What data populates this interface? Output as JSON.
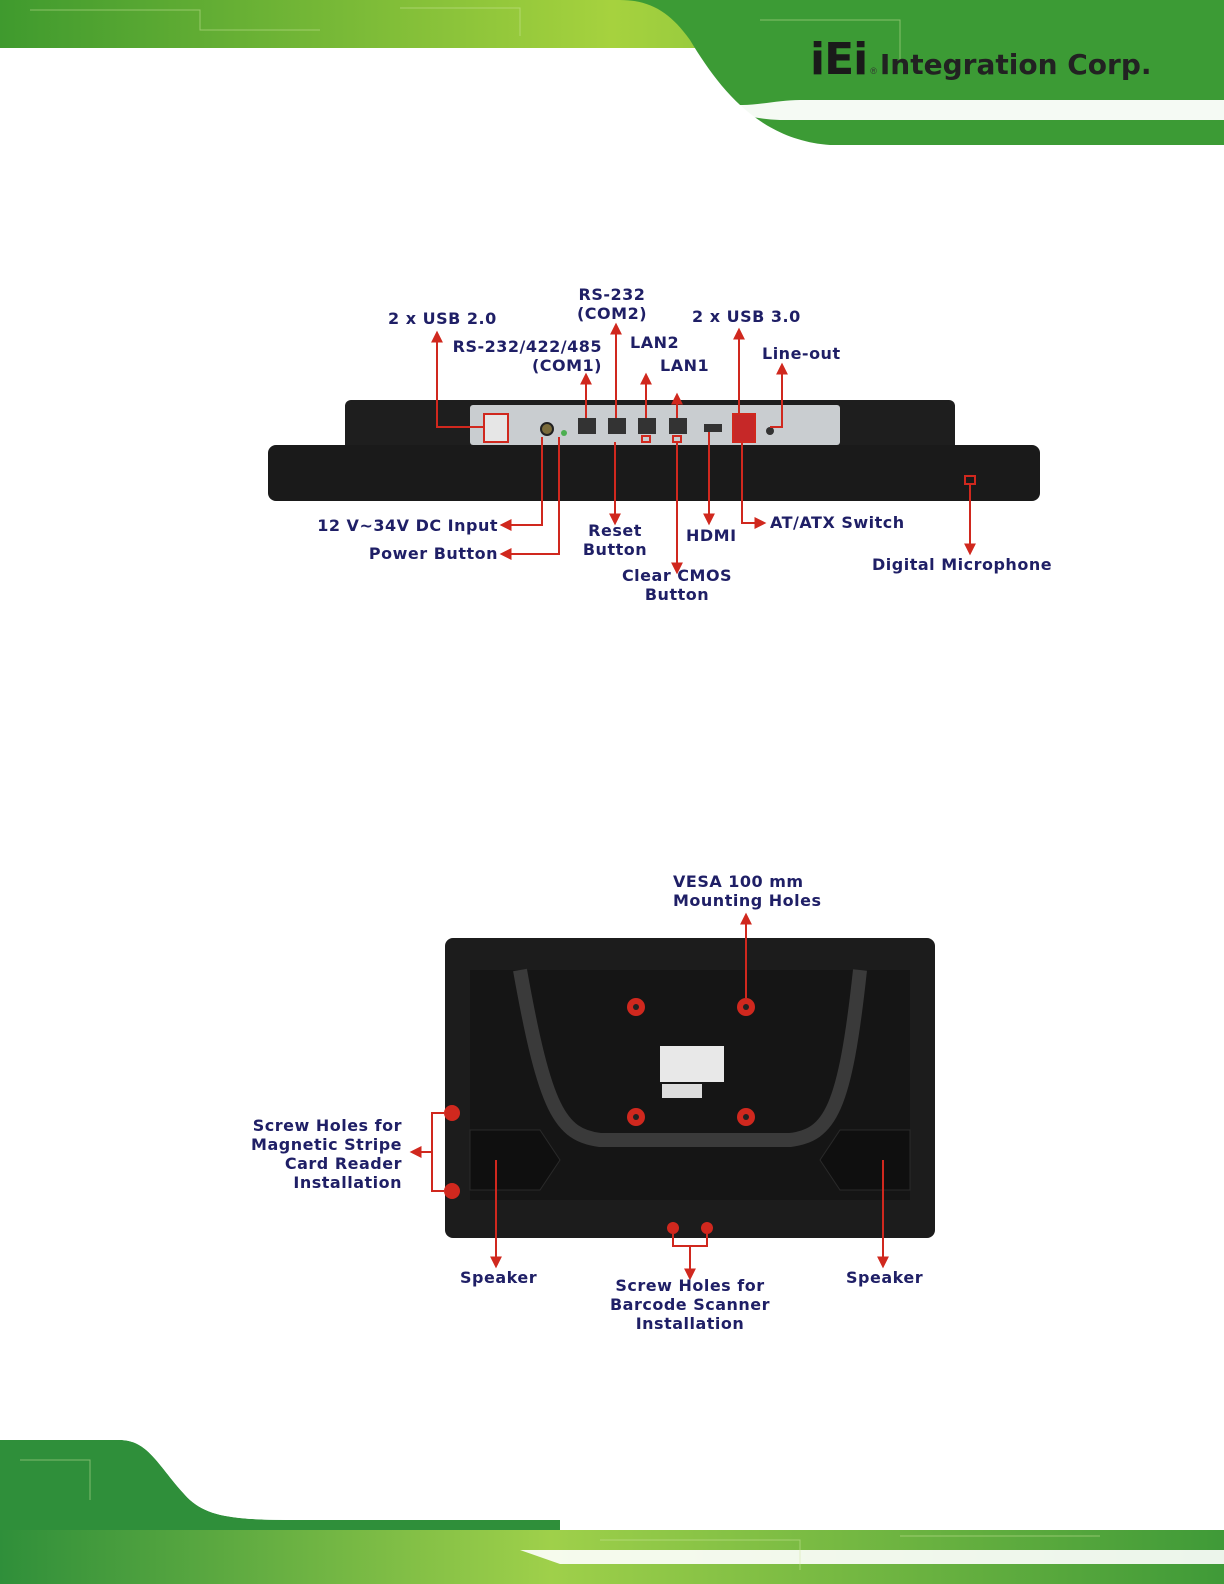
{
  "header": {
    "logo_mark": "iEi",
    "logo_registered": "®",
    "logo_text": "Integration Corp.",
    "colors": {
      "band_dark": "#2e8b2e",
      "band_light": "#9acd32",
      "band_white": "#ffffff"
    }
  },
  "io_figure": {
    "labels": {
      "usb20": "2 x USB 2.0",
      "rs232_com2_l1": "RS-232",
      "rs232_com2_l2": "(COM2)",
      "usb30": "2 x USB 3.0",
      "com1_l1": "RS-232/422/485",
      "com1_l2": "(COM1)",
      "lan2": "LAN2",
      "lan1": "LAN1",
      "lineout": "Line-out",
      "dc_input": "12 V~34V DC Input",
      "power_button": "Power Button",
      "reset_l1": "Reset",
      "reset_l2": "Button",
      "hdmi": "HDMI",
      "atx_switch": "AT/ATX Switch",
      "clear_cmos_l1": "Clear CMOS",
      "clear_cmos_l2": "Button",
      "digital_mic": "Digital Microphone"
    }
  },
  "rear_figure": {
    "labels": {
      "vesa_l1": "VESA 100 mm",
      "vesa_l2": "Mounting Holes",
      "msr_l1": "Screw Holes for",
      "msr_l2": "Magnetic Stripe",
      "msr_l3": "Card Reader",
      "msr_l4": "Installation",
      "speaker_left": "Speaker",
      "speaker_right": "Speaker",
      "barcode_l1": "Screw Holes for",
      "barcode_l2": "Barcode Scanner",
      "barcode_l3": "Installation"
    }
  },
  "colors": {
    "callout": "#d0281e",
    "label_text": "#1f1f66",
    "chassis": "#1c1c1c",
    "panel": "#c9cdd0"
  }
}
